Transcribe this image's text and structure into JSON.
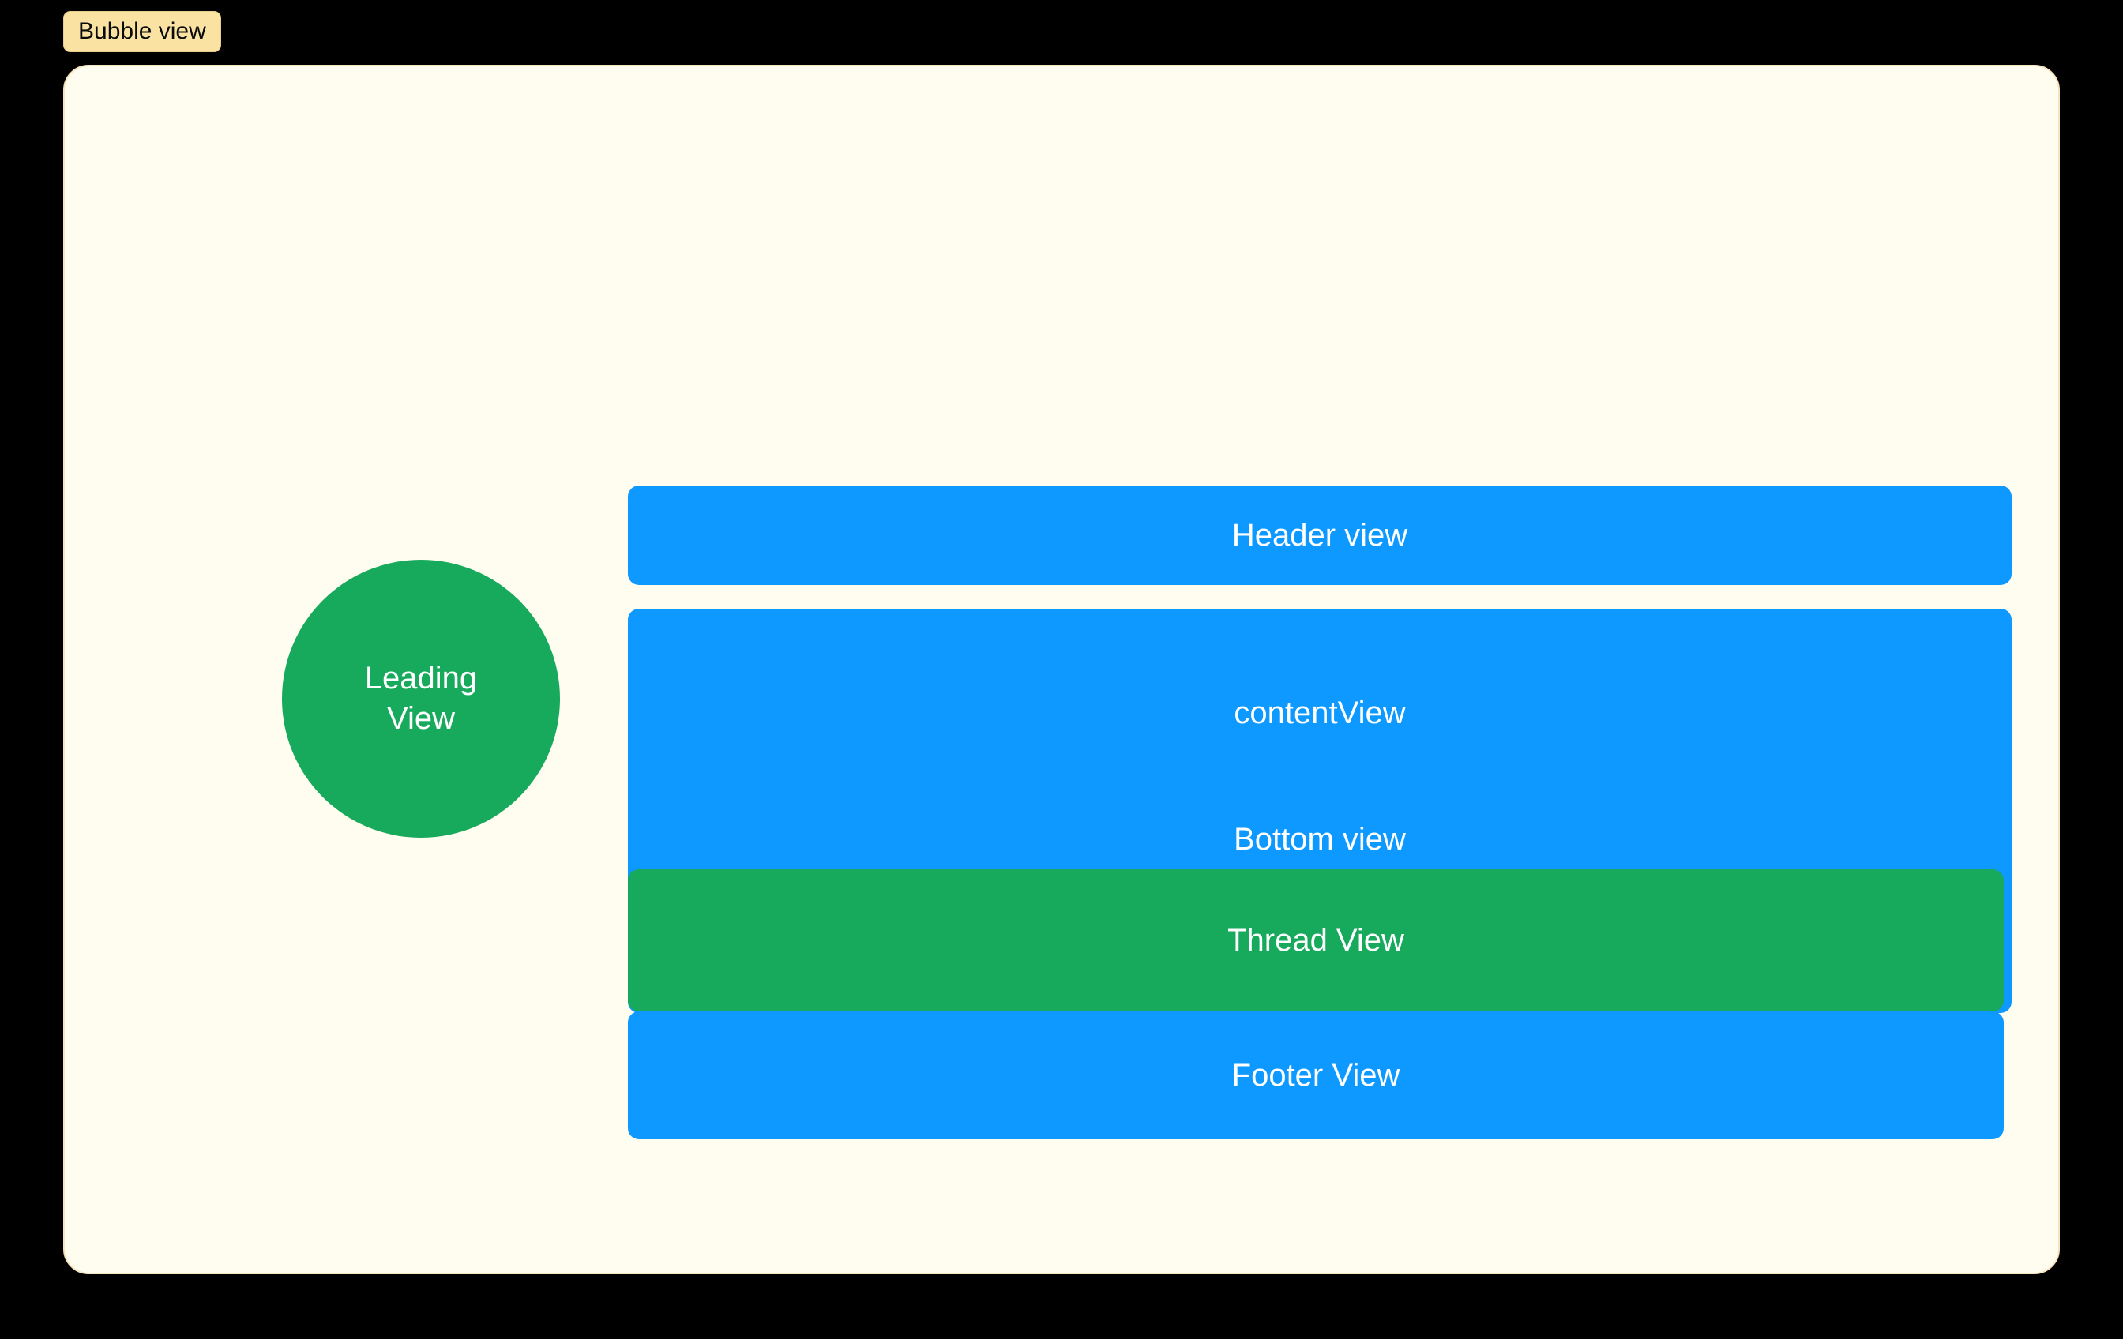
{
  "annotation": {
    "badge_label": "Bubble view",
    "badge_bg": "#FAE3A2",
    "badge_border": "#E8CE88",
    "badge_text_color": "#0B0B0B"
  },
  "canvas": {
    "background": "#000000",
    "card_background": "#FFFCF0",
    "card_border": "#F5E4BC"
  },
  "palette": {
    "blue": "#0D99FF",
    "green": "#17AA5C",
    "label_text": "#FFFFFF"
  },
  "bubble": {
    "leading_view": {
      "label_line_1": "Leading",
      "label_line_2": "View",
      "shape": "circle",
      "color": "#17AA5C"
    },
    "stack": [
      {
        "name": "header-view",
        "label": "Header view",
        "color": "#0D99FF"
      },
      {
        "name": "content-view",
        "label_top": "contentView",
        "label_bottom": "Bottom view",
        "color": "#0D99FF"
      },
      {
        "name": "thread-view",
        "label": "Thread View",
        "color": "#17AA5C"
      },
      {
        "name": "footer-view",
        "label": "Footer View",
        "color": "#0D99FF"
      }
    ]
  }
}
